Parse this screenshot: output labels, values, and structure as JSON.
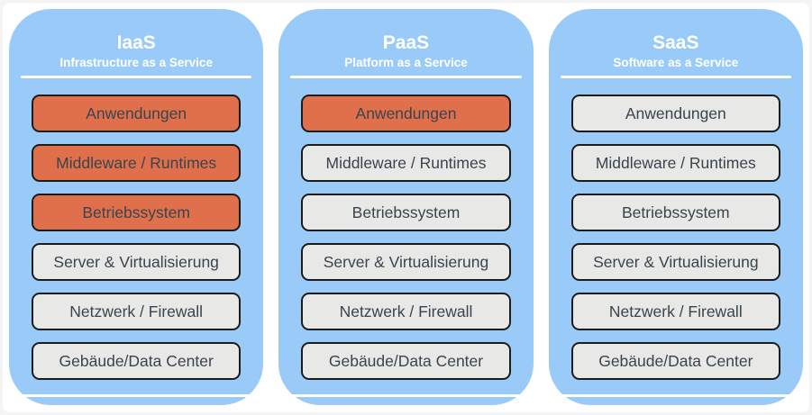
{
  "colors": {
    "column_blue": "#9ACBF8",
    "highlight_orange": "#E0704C",
    "box_gray": "#E8E8E6",
    "box_border": "#1C1C1C",
    "box_text": "#39444E",
    "title_text": "#FFFFFF",
    "page_bg": "#F4F4F4",
    "canvas_bg": "#FFFFFF"
  },
  "columns": [
    {
      "id": "iaas",
      "title": "IaaS",
      "subtitle": "Infrastructure as a Service",
      "boxes": [
        {
          "label": "Anwendungen",
          "highlighted": true
        },
        {
          "label": "Middleware / Runtimes",
          "highlighted": true
        },
        {
          "label": "Betriebssystem",
          "highlighted": true
        },
        {
          "label": "Server & Virtualisierung",
          "highlighted": false
        },
        {
          "label": "Netzwerk / Firewall",
          "highlighted": false
        },
        {
          "label": "Gebäude/Data Center",
          "highlighted": false
        }
      ]
    },
    {
      "id": "paas",
      "title": "PaaS",
      "subtitle": "Platform as a Service",
      "boxes": [
        {
          "label": "Anwendungen",
          "highlighted": true
        },
        {
          "label": "Middleware / Runtimes",
          "highlighted": false
        },
        {
          "label": "Betriebssystem",
          "highlighted": false
        },
        {
          "label": "Server & Virtualisierung",
          "highlighted": false
        },
        {
          "label": "Netzwerk / Firewall",
          "highlighted": false
        },
        {
          "label": "Gebäude/Data Center",
          "highlighted": false
        }
      ]
    },
    {
      "id": "saas",
      "title": "SaaS",
      "subtitle": "Software as a Service",
      "boxes": [
        {
          "label": "Anwendungen",
          "highlighted": false
        },
        {
          "label": "Middleware / Runtimes",
          "highlighted": false
        },
        {
          "label": "Betriebssystem",
          "highlighted": false
        },
        {
          "label": "Server & Virtualisierung",
          "highlighted": false
        },
        {
          "label": "Netzwerk / Firewall",
          "highlighted": false
        },
        {
          "label": "Gebäude/Data Center",
          "highlighted": false
        }
      ]
    }
  ]
}
